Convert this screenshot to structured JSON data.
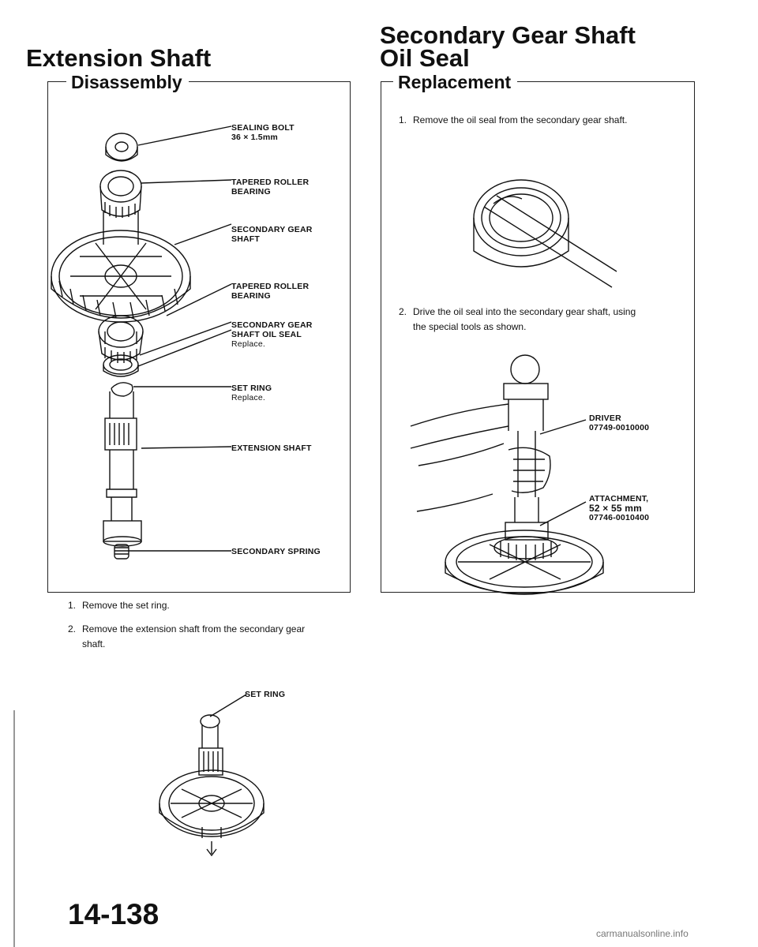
{
  "left": {
    "heading": "Extension Shaft",
    "panel_title": "Disassembly",
    "labels": {
      "sealing_bolt": [
        "SEALING BOLT",
        "36 × 1.5mm"
      ],
      "tapered_roller_bearing_top": [
        "TAPERED ROLLER",
        "BEARING"
      ],
      "secondary_gear_shaft": [
        "SECONDARY GEAR",
        "SHAFT"
      ],
      "tapered_roller_bearing_bottom": [
        "TAPERED ROLLER",
        "BEARING"
      ],
      "oil_seal": [
        "SECONDARY GEAR",
        "SHAFT OIL SEAL"
      ],
      "oil_seal_note": "Replace.",
      "set_ring": "SET RING",
      "set_ring_note": "Replace.",
      "extension_shaft": "EXTENSION SHAFT",
      "secondary_spring": "SECONDARY SPRING",
      "set_ring_lower": "SET RING"
    },
    "steps": [
      {
        "num": "1.",
        "text": "Remove the set ring."
      },
      {
        "num": "2.",
        "text": "Remove the extension shaft from the secondary gear",
        "cont": "shaft."
      }
    ]
  },
  "right": {
    "heading_line1": "Secondary Gear Shaft",
    "heading_line2": "Oil Seal",
    "panel_title": "Replacement",
    "steps": [
      {
        "num": "1.",
        "text": "Remove the oil seal from the secondary gear shaft."
      },
      {
        "num": "2.",
        "text": "Drive the oil seal into the secondary gear shaft, using",
        "cont": "the special tools as shown."
      }
    ],
    "labels": {
      "driver": [
        "DRIVER",
        "07749-0010000"
      ],
      "attachment": [
        "ATTACHMENT,",
        "52 × 55 mm",
        "07746-0010400"
      ]
    }
  },
  "page_number": "14-138",
  "footer_url": "carmanualsonline.info"
}
